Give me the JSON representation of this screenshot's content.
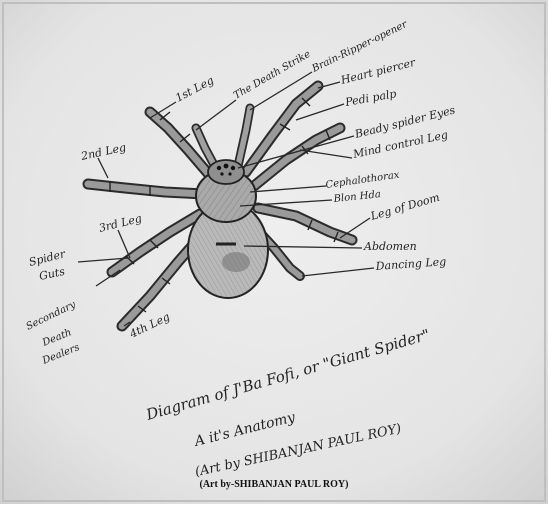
{
  "diagram": {
    "labels": {
      "first_leg": "1st Leg",
      "death_strike": "The Death Strike",
      "brain_ripper": "Brain-Ripper-opener",
      "heart_piercer": "Heart piercer",
      "pedipalp": "Pedi palp",
      "beady_eyes": "Beady spider Eyes",
      "mind_control_leg": "Mind control Leg",
      "second_leg": "2nd Leg",
      "cephalothorax": "Cephalothorax",
      "cephalothorax_sub": "Blon Hda",
      "leg_of_doom": "Leg of Doom",
      "third_leg": "3rd Leg",
      "abdomen": "Abdomen",
      "spider_guts_1": "Spider",
      "spider_guts_2": "Guts",
      "dancing_leg": "Dancing Leg",
      "secondary_1": "Secondary",
      "secondary_2": "Death",
      "secondary_3": "Dealers",
      "fourth_leg": "4th Leg"
    },
    "caption": {
      "line1": "Diagram of J'Ba Fofi, or \"Giant Spider\"",
      "line2": "A it's Anatomy",
      "line3": "(Art by SHIBANJAN PAUL ROY)"
    },
    "credit": "(Art by-SHIBANJAN PAUL ROY)"
  },
  "colors": {
    "paper": "#e9e9e9",
    "ink": "#232323",
    "body_fill": "#a9a9a9",
    "abdomen_fill": "#b9b9b9"
  }
}
